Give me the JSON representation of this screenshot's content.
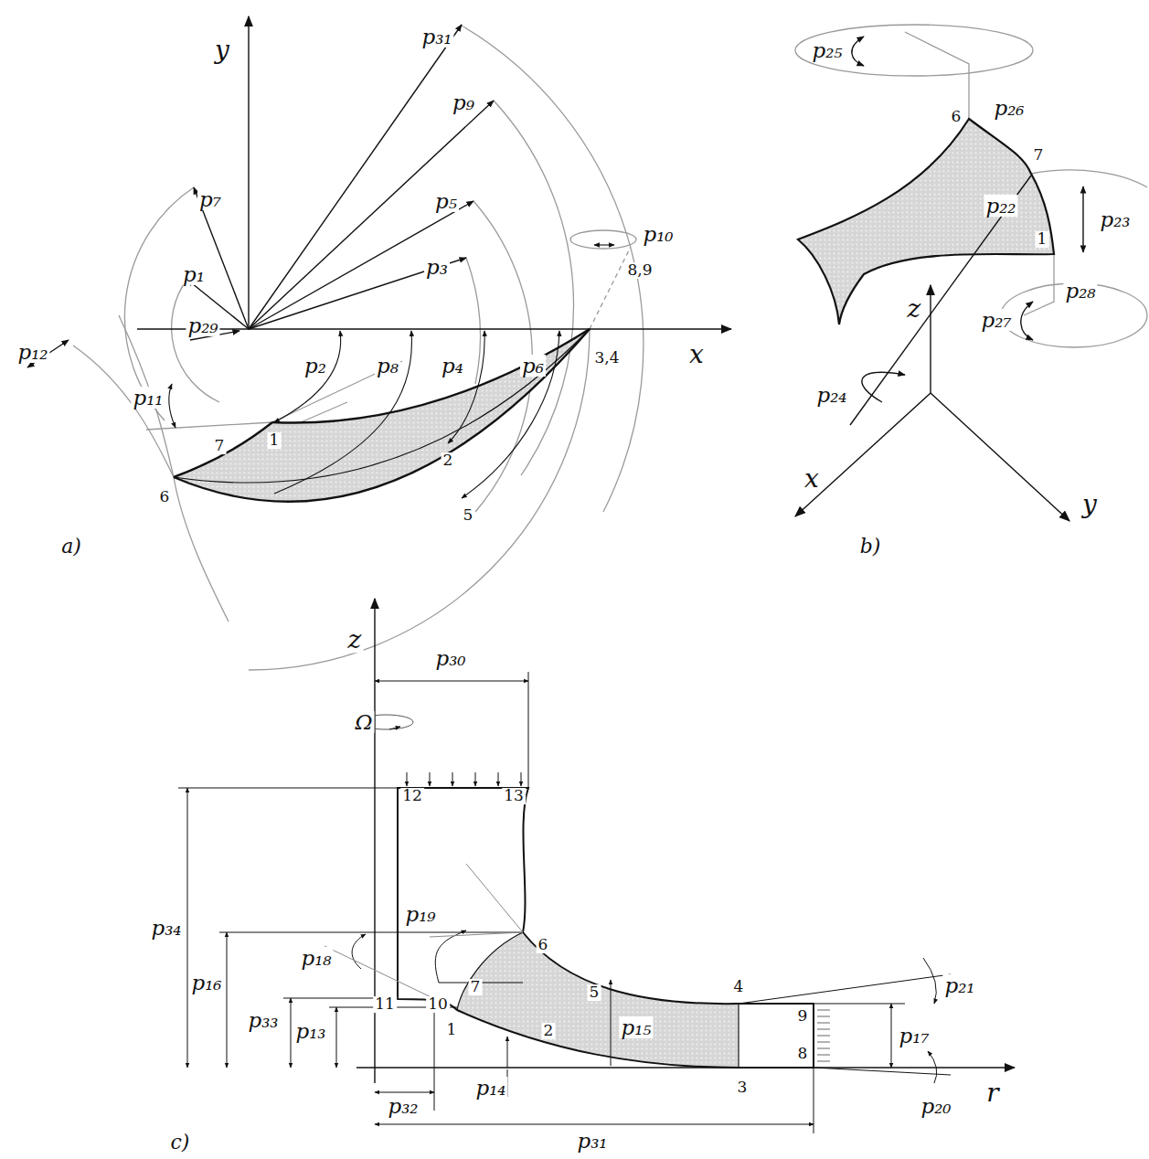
{
  "diagram": {
    "labels": [
      "y",
      "x",
      "p₃₁",
      "p₉",
      "p₇",
      "p₅",
      "p₁",
      "p₃",
      "p₁₀",
      "8,9",
      "p₂₉",
      "p₁₂",
      "p₂",
      "p₈",
      "p₄",
      "p₆",
      "3,4",
      "p₁₁",
      "7",
      "1",
      "2",
      "6",
      "5",
      "a)",
      "p₂₅",
      "p₂₆",
      "6",
      "7",
      "p₂₂",
      "p₂₃",
      "1",
      "z",
      "p₂₈",
      "p₂₇",
      "p₂₄",
      "x",
      "y",
      "b)",
      "z",
      "p₃₀",
      "Ω",
      "12",
      "13",
      "p₃₄",
      "p₁₉",
      "6",
      "p₁₆",
      "p₁₈",
      "7",
      "5",
      "4",
      "p₂₁",
      "11",
      "10",
      "p₃₃",
      "p₁₃",
      "p₁₅",
      "9",
      "p₁₇",
      "1",
      "2",
      "8",
      "r",
      "3",
      "p₁₄",
      "p₂₀",
      "p₃₂",
      "p₃₁",
      "c)"
    ]
  }
}
